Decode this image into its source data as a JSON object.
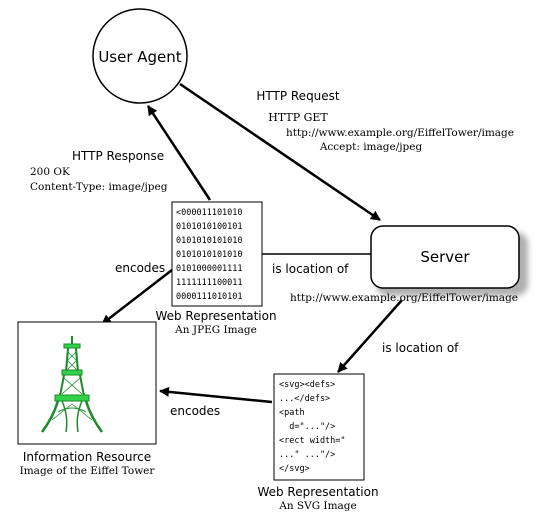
{
  "nodes": {
    "user_agent": {
      "label": "User Agent"
    },
    "server": {
      "label": "Server"
    },
    "jpeg_rep": {
      "bits": [
        "<000011101010",
        "0101010100101",
        "0101010101010",
        "0101010101010",
        "0101000001111",
        "1111111100011",
        "0000111010101"
      ],
      "title": "Web Representation",
      "subtitle": "An JPEG Image"
    },
    "svg_rep": {
      "lines": [
        "<svg><defs>",
        "...</defs>",
        "<path",
        "  d=\"...\"/>",
        "<rect width=\"",
        "...\" ...\"/>",
        "</svg>"
      ],
      "title": "Web Representation",
      "subtitle": "An SVG Image"
    },
    "info_resource": {
      "title": "Information Resource",
      "subtitle": "Image of the Eiffel Tower"
    }
  },
  "edges": {
    "http_request": {
      "label": "HTTP Request",
      "line1": "HTTP GET",
      "line2": "http://www.example.org/EiffelTower/image",
      "line3": "Accept: image/jpeg"
    },
    "http_response": {
      "label": "HTTP Response",
      "line1": "200 OK",
      "line2": "Content-Type: image/jpeg"
    },
    "jpeg_location": {
      "label": "is location of",
      "uri": "http://www.example.org/EiffelTower/image"
    },
    "svg_location": {
      "label": "is location of"
    },
    "jpeg_encodes": {
      "label": "encodes"
    },
    "svg_encodes": {
      "label": "encodes"
    }
  },
  "colors": {
    "tower_body": "#1a8a2a",
    "tower_band": "#33d14a",
    "server_shadow": "#b0b0b0"
  }
}
